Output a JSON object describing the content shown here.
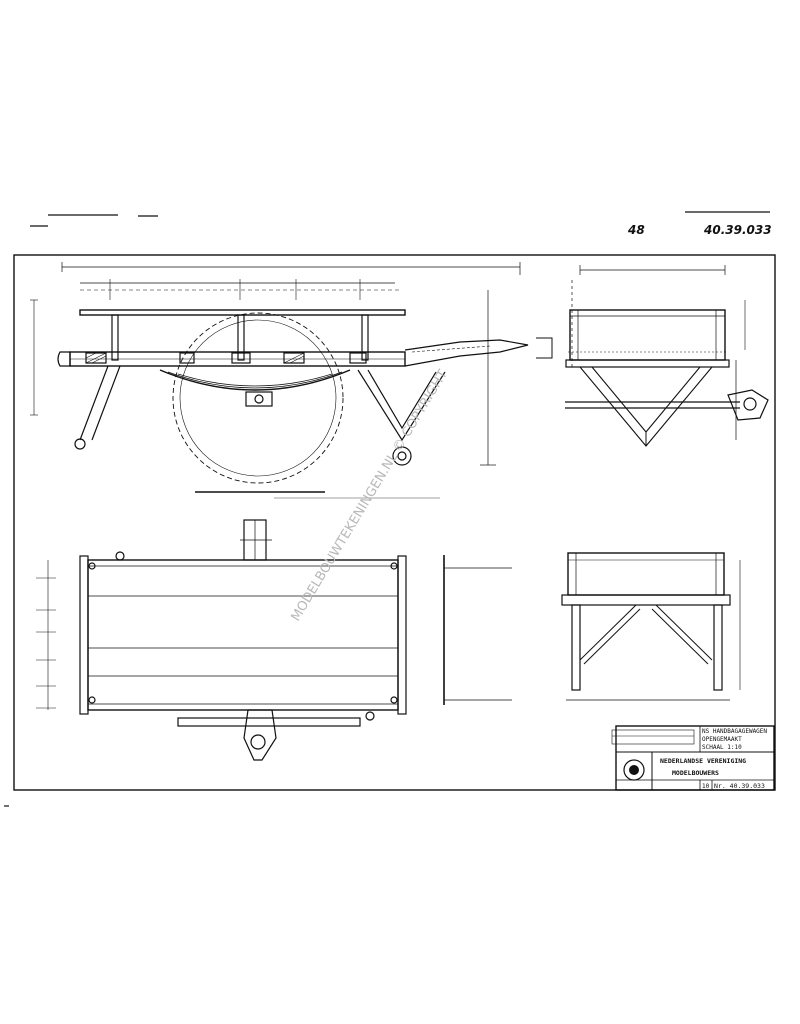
{
  "header": {
    "sheet_mark": "48",
    "drawing_ref": "40.39.033"
  },
  "watermark": "MODELBOUWTEKENINGEN.NL © COPYRIGHT",
  "notes": {
    "side_view_note": "",
    "general_note": ""
  },
  "title_block": {
    "subject_line1": "NS HANDBAGAGEWAGEN",
    "subject_line2": "OPENGEMAAKT",
    "scale_line": "SCHAAL 1:10",
    "org_line1": "NEDERLANDSE VERENIGING",
    "org_line2": "MODELBOUWERS",
    "number": "Nr. 40.39.033",
    "sheet": "10"
  },
  "colors": {
    "ink": "#111111",
    "paper": "#ffffff",
    "watermark": "#b8b8b8"
  }
}
